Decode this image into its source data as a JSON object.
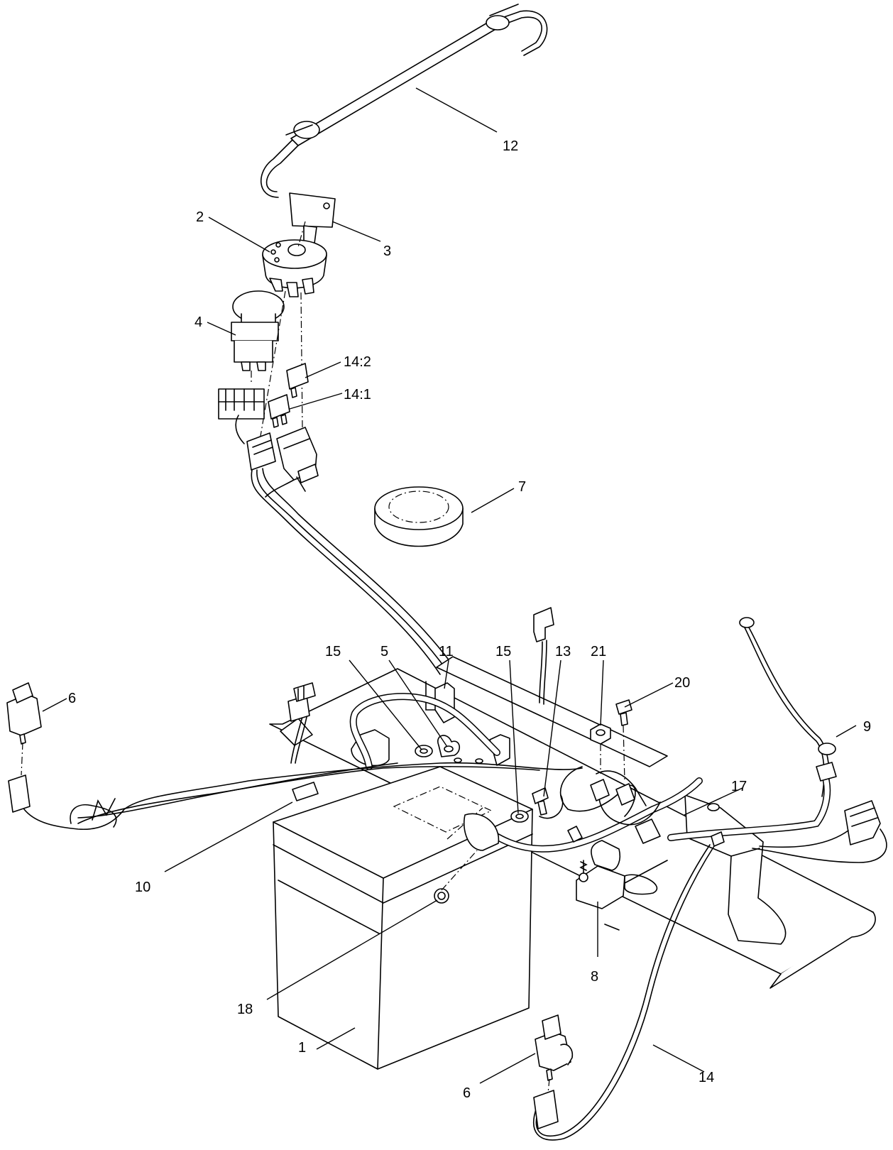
{
  "callouts": {
    "c1": "1",
    "c2": "2",
    "c3": "3",
    "c4": "4",
    "c5": "5",
    "c6a": "6",
    "c6b": "6",
    "c7": "7",
    "c8": "8",
    "c9": "9",
    "c10": "10",
    "c11": "11",
    "c12": "12",
    "c13": "13",
    "c14": "14",
    "c14_1": "14:1",
    "c14_2": "14:2",
    "c15a": "15",
    "c15b": "15",
    "c17": "17",
    "c18": "18",
    "c20": "20",
    "c21": "21"
  }
}
